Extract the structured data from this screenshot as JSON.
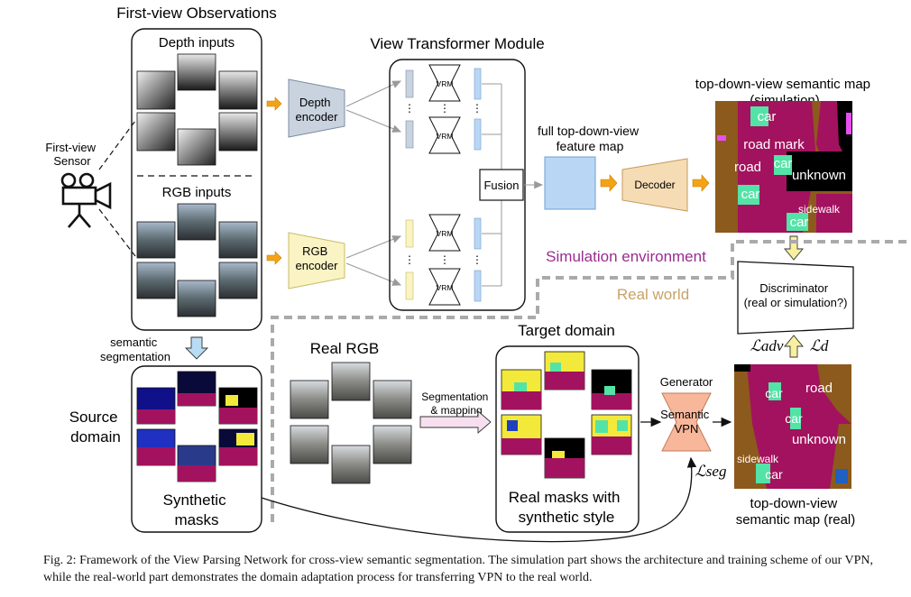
{
  "labels": {
    "first_view_observations": "First-view Observations",
    "depth_inputs": "Depth inputs",
    "rgb_inputs": "RGB inputs",
    "first_view_sensor_1": "First-view",
    "first_view_sensor_2": "Sensor",
    "view_transformer_module": "View Transformer Module",
    "depth_encoder_1": "Depth",
    "depth_encoder_2": "encoder",
    "rgb_encoder_1": "RGB",
    "rgb_encoder_2": "encoder",
    "vrm": "VRM",
    "fusion": "Fusion",
    "full_map_1": "full top-down-view",
    "full_map_2": "feature map",
    "decoder": "Decoder",
    "sim_map_title_1": "top-down-view semantic map",
    "sim_map_title_2": "(simulation)",
    "simulation_environment": "Simulation environment",
    "real_world": "Real world",
    "discriminator_1": "Discriminator",
    "discriminator_2": "(real or simulation?)",
    "loss_adv": "ℒadv",
    "loss_d": "ℒd",
    "loss_seg": "ℒseg",
    "semantic_segmentation_1": "semantic",
    "semantic_segmentation_2": "segmentation",
    "source_domain_1": "Source",
    "source_domain_2": "domain",
    "synthetic_masks_1": "Synthetic",
    "synthetic_masks_2": "masks",
    "real_rgb": "Real RGB",
    "seg_mapping_1": "Segmentation",
    "seg_mapping_2": "& mapping",
    "target_domain": "Target domain",
    "real_masks_1": "Real masks with",
    "real_masks_2": "synthetic style",
    "generator": "Generator",
    "semantic_vpn_1": "Semantic",
    "semantic_vpn_2": "VPN",
    "real_map_title_1": "top-down-view",
    "real_map_title_2": "semantic map (real)"
  },
  "sim_map_labels": [
    "car",
    "road mark",
    "road",
    "car",
    "unknown",
    "car",
    "sidewalk",
    "car"
  ],
  "real_map_labels": [
    "car",
    "road",
    "car",
    "unknown",
    "sidewalk",
    "car"
  ],
  "caption": "Fig. 2: Framework of the View Parsing Network for cross-view semantic segmentation. The simulation part shows the architecture and training scheme of our VPN, while the real-world part demonstrates the domain adaptation process for transferring VPN to the real world.",
  "colors": {
    "depth_encoder": "#c9d3df",
    "rgb_encoder": "#faf3c4",
    "feature_map": "#b9d7f5",
    "decoder": "#f6dcb4",
    "semantic_vpn": "#f8b79a",
    "arrow_orange": "#f5a316",
    "sim_env_text": "#9b2c8f",
    "real_world_text": "#c9a266",
    "road": "#a3125e",
    "car": "#54e3a6",
    "unknown": "#000000",
    "sidewalk": "#8c5a1c"
  }
}
